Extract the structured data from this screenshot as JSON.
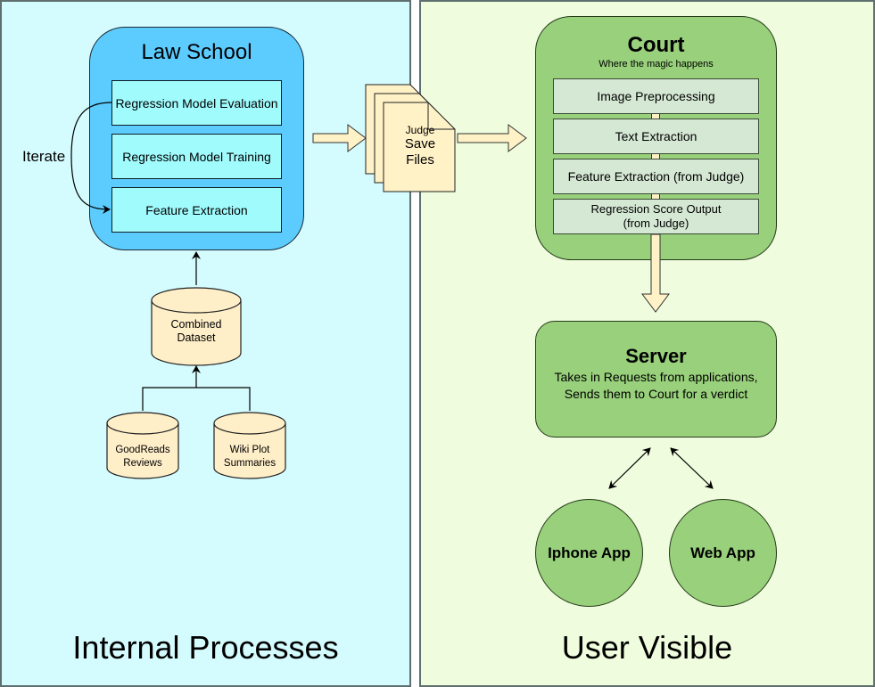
{
  "panels": {
    "left": {
      "title": "Internal Processes",
      "background": "#d4fbfd"
    },
    "right": {
      "title": "User Visible",
      "background": "#effcdd"
    }
  },
  "law_school": {
    "title": "Law School",
    "steps": [
      "Regression Model Evaluation",
      "Regression Model Training",
      "Feature Extraction"
    ],
    "loop_label": "Iterate",
    "color": "#5ccbfe"
  },
  "datasets": {
    "combined": "Combined Dataset",
    "sources": [
      {
        "line1": "GoodReads",
        "line2": "Reviews"
      },
      {
        "line1": "Wiki Plot",
        "line2": "Summaries"
      }
    ],
    "combined_line1": "Combined",
    "combined_line2": "Dataset",
    "color": "#ffefc9"
  },
  "judge_files": {
    "line1": "Judge",
    "line2": "Save",
    "line3": "Files",
    "color": "#fff2c6"
  },
  "court": {
    "title": "Court",
    "subtitle": "Where the magic happens",
    "steps": [
      {
        "line1": "Image Preprocessing",
        "line2": ""
      },
      {
        "line1": "Text Extraction",
        "line2": ""
      },
      {
        "line1": "Feature Extraction (from Judge)",
        "line2": ""
      },
      {
        "line1": "Regression Score Output",
        "line2": "(from Judge)"
      }
    ],
    "color": "#98d07b"
  },
  "server": {
    "title": "Server",
    "desc_line1": "Takes in Requests from applications,",
    "desc_line2": "Sends them to Court for a verdict"
  },
  "apps": [
    "Iphone App",
    "Web App"
  ]
}
